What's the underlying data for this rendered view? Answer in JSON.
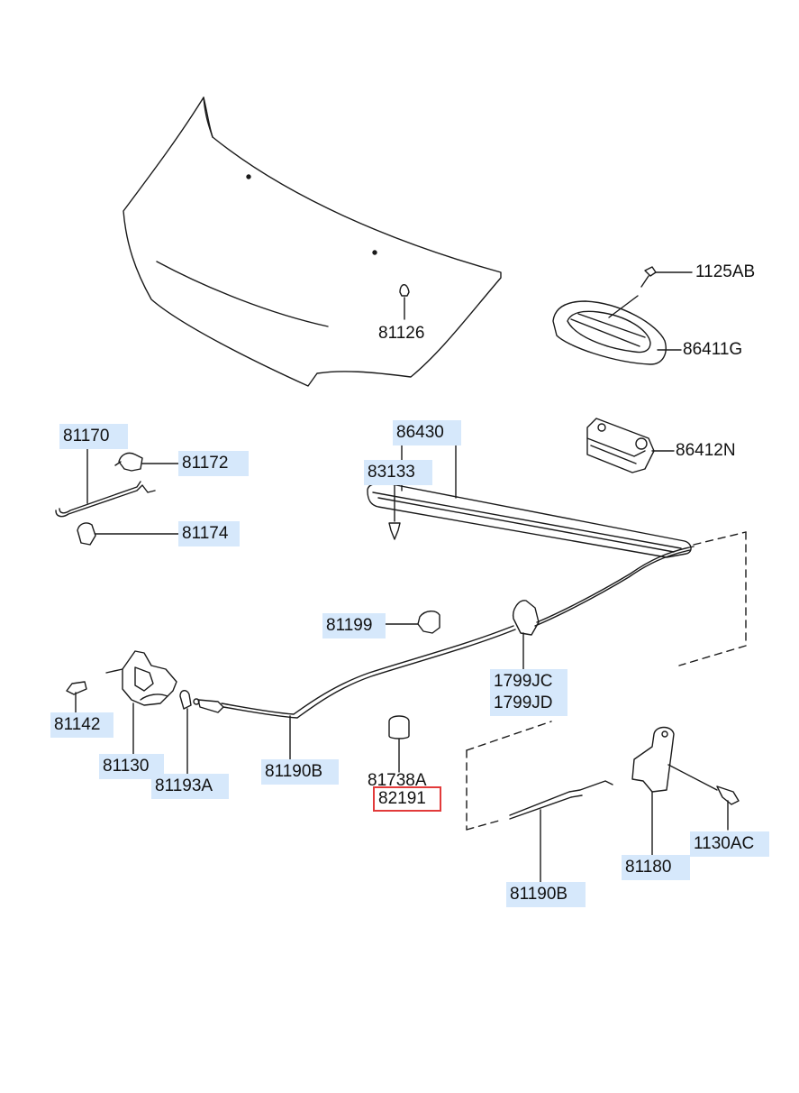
{
  "diagram": {
    "labels": {
      "p81126": "81126",
      "p1125AB": "1125AB",
      "p86411G": "86411G",
      "p81170": "81170",
      "p81172": "81172",
      "p81174": "81174",
      "p86430": "86430",
      "p83133": "83133",
      "p86412N": "86412N",
      "p81199": "81199",
      "p1799JC": "1799JC",
      "p1799JD": "1799JD",
      "p81142": "81142",
      "p81130": "81130",
      "p81193A": "81193A",
      "p81190B_left": "81190B",
      "p81738A": "81738A",
      "p82191": "82191",
      "p81180": "81180",
      "p1130AC": "1130AC",
      "p81190B_bottom": "81190B"
    },
    "highlight_color": "#d6e8fb",
    "selected_part": "82191",
    "selected_outline_color": "#e23a3a",
    "line_color": "#1a1a1a"
  }
}
